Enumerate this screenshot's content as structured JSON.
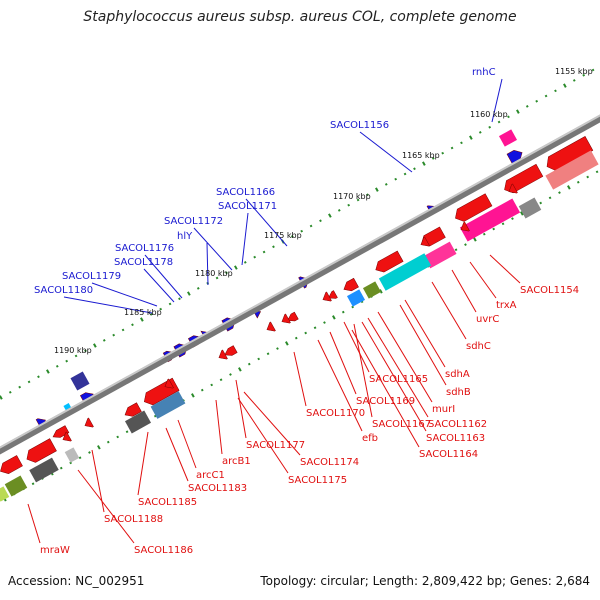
{
  "title": "Staphylococcus aureus subsp. aureus COL, complete genome",
  "footer": {
    "accession": "Accession: NC_002951",
    "topology": "Topology: circular; Length: 2,809,422 bp; Genes: 2,684"
  },
  "colors": {
    "backbone": "#8c8c8c",
    "tick": "#2a8a2a",
    "forward_label": "#1a1ad0",
    "reverse_label": "#e01010",
    "cds": "#ee1111"
  },
  "kbp_labels": [
    "1155 kbp",
    "1160 kbp",
    "1165 kbp",
    "1170 kbp",
    "1175 kbp",
    "1180 kbp",
    "1185 kbp",
    "1190 kbp"
  ],
  "forward_labels": [
    "rnhC",
    "SACOL1156",
    "SACOL1166",
    "SACOL1171",
    "SACOL1172",
    "hlY",
    "SACOL1176",
    "SACOL1178",
    "SACOL1179",
    "SACOL1180"
  ],
  "reverse_labels": [
    "SACOL1154",
    "trxA",
    "uvrC",
    "sdhC",
    "sdhA",
    "sdhB",
    "murI",
    "SACOL1162",
    "SACOL1163",
    "SACOL1164",
    "SACOL1165",
    "SACOL1167",
    "SACOL1169",
    "efb",
    "SACOL1170",
    "SACOL1177",
    "SACOL1174",
    "SACOL1175",
    "arcB1",
    "arcC1",
    "SACOL1183",
    "SACOL1185",
    "SACOL1188",
    "SACOL1186",
    "mraW"
  ]
}
